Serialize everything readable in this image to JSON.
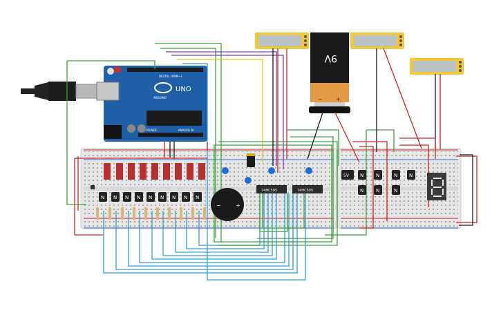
{
  "arduino": {
    "board_name": "UNO",
    "brand": "ARDUINO",
    "digital_header": "DIGITAL (PWM~)",
    "power_header": "POWER",
    "analog_header": "ANALOG IN"
  },
  "battery": {
    "label": "9V",
    "minus": "−",
    "plus": "+"
  },
  "chips": {
    "chip_1": "74HC595",
    "chip_2": "74HC595"
  },
  "regulator": {
    "label": "5V"
  },
  "transistor": {
    "label": "N"
  },
  "colors": {
    "wire_red": "#d0201c",
    "wire_green": "#3aa23a",
    "wire_blue": "#2b9fd6",
    "wire_purple": "#7a3bb8",
    "wire_yellow": "#e8c81a",
    "wire_black": "#1a1a1a",
    "breadboard": "#e9e9e9",
    "arduino_blue": "#1f5fa8",
    "lcd_body": "#f2c73a",
    "lcd_screen": "#b9c3c6"
  }
}
